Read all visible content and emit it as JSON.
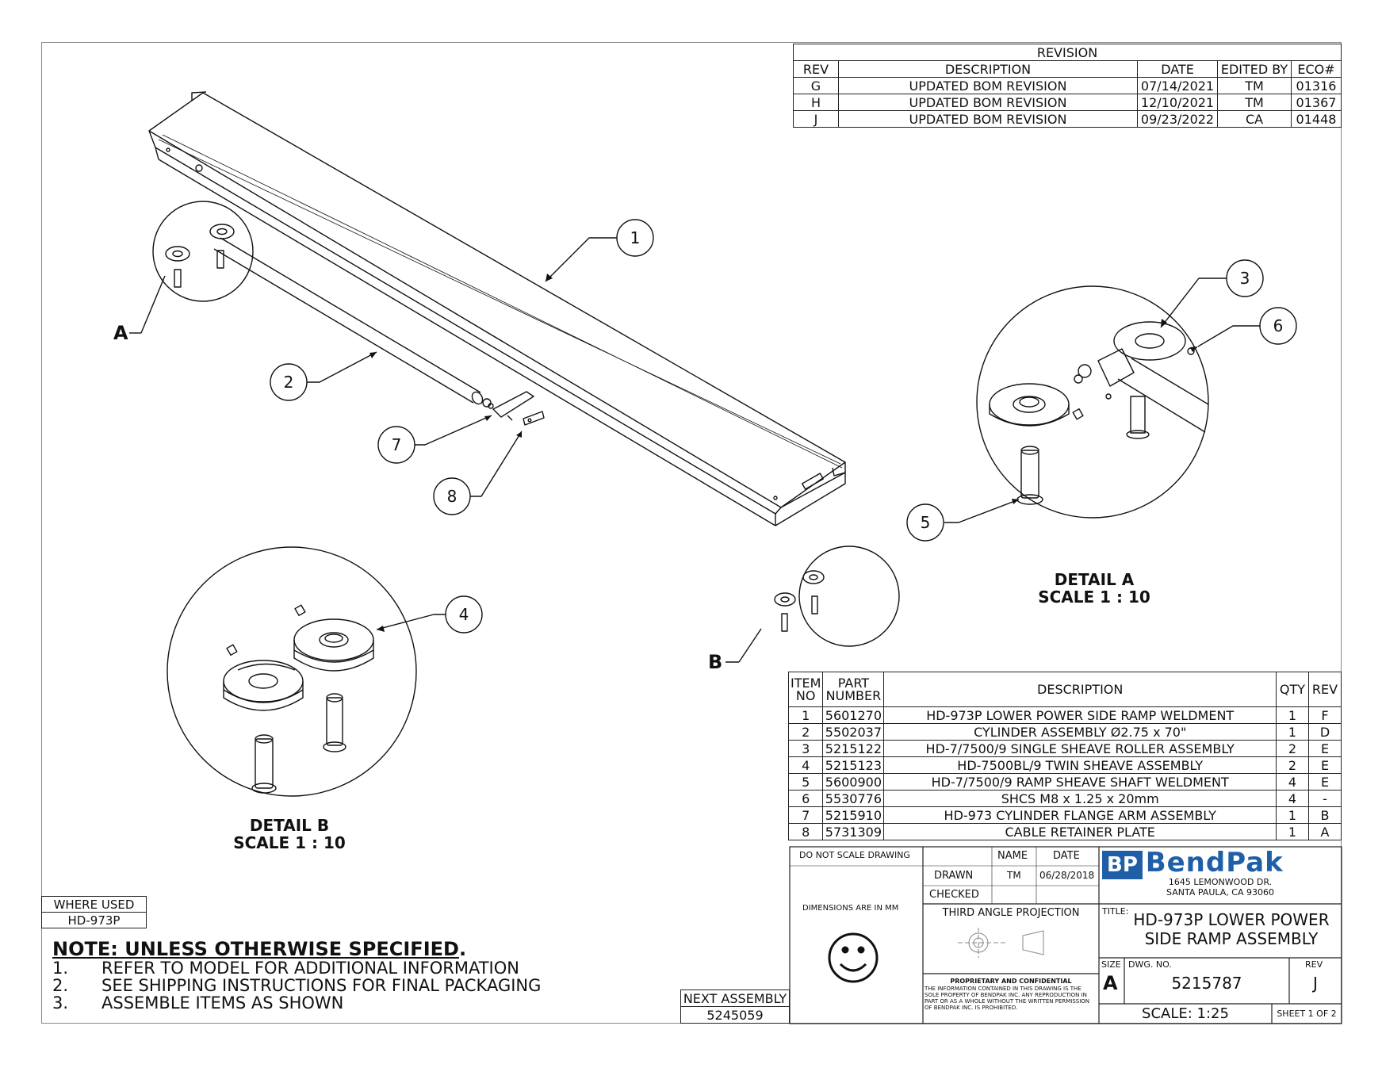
{
  "revision": {
    "title": "REVISION",
    "headers": [
      "REV",
      "DESCRIPTION",
      "DATE",
      "EDITED BY",
      "ECO#"
    ],
    "rows": [
      [
        "G",
        "UPDATED BOM REVISION",
        "07/14/2021",
        "TM",
        "01316"
      ],
      [
        "H",
        "UPDATED BOM REVISION",
        "12/10/2021",
        "TM",
        "01367"
      ],
      [
        "J",
        "UPDATED BOM REVISION",
        "09/23/2022",
        "CA",
        "01448"
      ]
    ]
  },
  "bom": {
    "headers": {
      "item": "ITEM NO",
      "part": "PART NUMBER",
      "desc": "DESCRIPTION",
      "qty": "QTY",
      "rev": "REV"
    },
    "rows": [
      [
        "1",
        "5601270",
        "HD-973P LOWER POWER SIDE RAMP WELDMENT",
        "1",
        "F"
      ],
      [
        "2",
        "5502037",
        "CYLINDER ASSEMBLY Ø2.75 x 70\"",
        "1",
        "D"
      ],
      [
        "3",
        "5215122",
        "HD-7/7500/9 SINGLE SHEAVE ROLLER ASSEMBLY",
        "2",
        "E"
      ],
      [
        "4",
        "5215123",
        "HD-7500BL/9 TWIN SHEAVE ASSEMBLY",
        "2",
        "E"
      ],
      [
        "5",
        "5600900",
        "HD-7/7500/9 RAMP SHEAVE SHAFT WELDMENT",
        "4",
        "E"
      ],
      [
        "6",
        "5530776",
        "SHCS M8 x 1.25 x 20mm",
        "4",
        "-"
      ],
      [
        "7",
        "5215910",
        "HD-973 CYLINDER FLANGE ARM ASSEMBLY",
        "1",
        "B"
      ],
      [
        "8",
        "5731309",
        "CABLE RETAINER PLATE",
        "1",
        "A"
      ]
    ]
  },
  "details": {
    "a_label": "A",
    "b_label": "B",
    "detail_a": "DETAIL A",
    "detail_a_scale": "SCALE 1 : 10",
    "detail_b": "DETAIL B",
    "detail_b_scale": "SCALE 1 : 10"
  },
  "balloons": [
    "1",
    "2",
    "3",
    "4",
    "5",
    "6",
    "7",
    "8"
  ],
  "where_used": {
    "label": "WHERE USED",
    "value": "HD-973P"
  },
  "next_assembly": {
    "label": "NEXT ASSEMBLY",
    "value": "5245059"
  },
  "notes": {
    "heading": "NOTE: UNLESS OTHERWISE SPECIFIED",
    "heading_end": ".",
    "items": [
      {
        "num": "1.",
        "text": "REFER TO MODEL FOR ADDITIONAL INFORMATION"
      },
      {
        "num": "2.",
        "text": "SEE SHIPPING INSTRUCTIONS FOR FINAL PACKAGING"
      },
      {
        "num": "3.",
        "text": "ASSEMBLE ITEMS AS SHOWN"
      }
    ]
  },
  "title_block": {
    "do_not_scale": "DO NOT SCALE DRAWING",
    "name_header": "NAME",
    "date_header": "DATE",
    "drawn_label": "DRAWN",
    "drawn_name": "TM",
    "drawn_date": "06/28/2018",
    "checked_label": "CHECKED",
    "dimensions": "DIMENSIONS ARE IN MM",
    "projection": "THIRD ANGLE PROJECTION",
    "confidential_title": "PROPRIETARY AND CONFIDENTIAL",
    "confidential_text": "THE INFORMATION CONTAINED IN THIS DRAWING IS THE SOLE PROPERTY OF BENDPAK INC. ANY REPRODUCTION IN PART OR AS A WHOLE WITHOUT THE WRITTEN PERMISSION OF BENDPAK INC. IS PROHIBITED.",
    "logo_mark": "BP",
    "logo_text": "BendPak",
    "address_line1": "1645 LEMONWOOD DR.",
    "address_line2": "SANTA PAULA, CA 93060",
    "title_label": "TITLE:",
    "title_line1": "HD-973P LOWER POWER",
    "title_line2": "SIDE RAMP ASSEMBLY",
    "size_label": "SIZE",
    "size_value": "A",
    "dwg_label": "DWG.  NO.",
    "dwg_no": "5215787",
    "rev_label": "REV",
    "rev_value": "J",
    "scale": "SCALE: 1:25",
    "sheet": "SHEET 1 OF 2"
  },
  "colors": {
    "line": "#111111",
    "logo_blue": "#1f5fa8",
    "logo_gray": "#8a9aae"
  }
}
